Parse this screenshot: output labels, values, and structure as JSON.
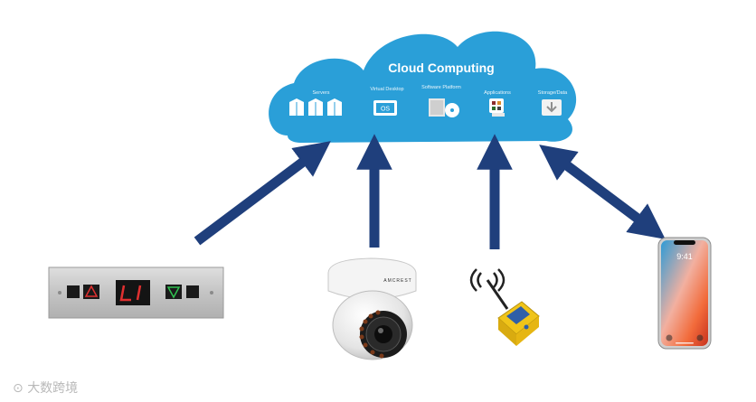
{
  "cloud": {
    "title": "Cloud Computing",
    "color": "#2a9fd8",
    "services": [
      {
        "label": "Servers",
        "icon": "servers-icon"
      },
      {
        "label": "Virtual Desktop",
        "icon": "virtual-desktop-icon",
        "screen_text": "OS"
      },
      {
        "label": "Software Platform",
        "icon": "software-platform-icon"
      },
      {
        "label": "Applications",
        "icon": "applications-icon"
      },
      {
        "label": "Storage/Data",
        "icon": "storage-icon"
      }
    ]
  },
  "arrows": {
    "color": "#1f3f7c"
  },
  "devices": [
    {
      "name": "elevator-panel",
      "icon": "elevator-floor-indicator",
      "display": "L1"
    },
    {
      "name": "security-camera",
      "icon": "dome-camera",
      "brand": "AMCREST"
    },
    {
      "name": "iot-sensor",
      "icon": "wireless-sensor"
    },
    {
      "name": "smartphone",
      "icon": "smartphone",
      "time": "9:41"
    }
  ],
  "watermark": {
    "text": "大数跨境"
  }
}
